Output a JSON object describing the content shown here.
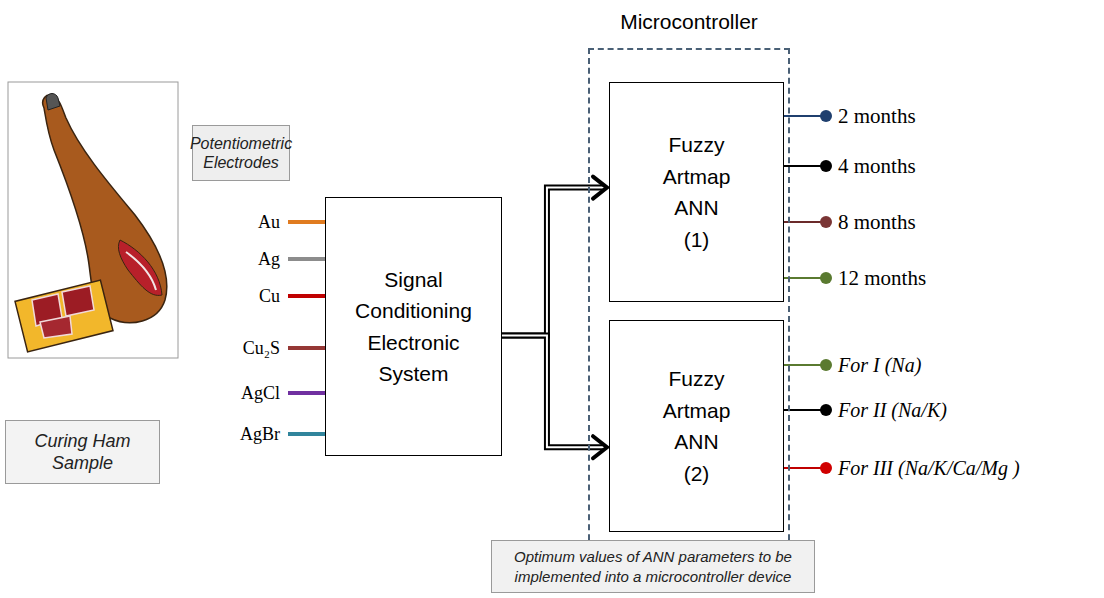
{
  "diagram": {
    "nodes": [
      {
        "text": [
          "Potentiometric Electrodes"
        ]
      },
      {
        "text": [
          "Curing Ham Sample"
        ]
      },
      {
        "text": [
          "Signal Conditioning Electronic System"
        ]
      },
      {
        "text": [
          "Microcontroller"
        ]
      },
      {
        "text": [
          "Fuzzy Artmap ANN (1)"
        ],
        "in": 3
      },
      {
        "text": [
          "Fuzzy Artmap ANN (2)"
        ],
        "in": 3
      },
      {
        "text": [
          "Optimum values of ANN parameters to be implemented into a microcontroller device"
        ]
      }
    ],
    "edges": [
      {
        "from": 2,
        "to": 4,
        "arrow": "to"
      },
      {
        "from": 2,
        "to": 5,
        "arrow": "to"
      }
    ],
    "labels": [
      "Au",
      "Ag",
      "Cu",
      "Cu₂S",
      "AgCl",
      "AgBr",
      "2 months",
      "4 months",
      "8 months",
      "12 months",
      "For I (Na)",
      "For II (Na/K)",
      "For III (Na/K/Ca/Mg )"
    ]
  }
}
